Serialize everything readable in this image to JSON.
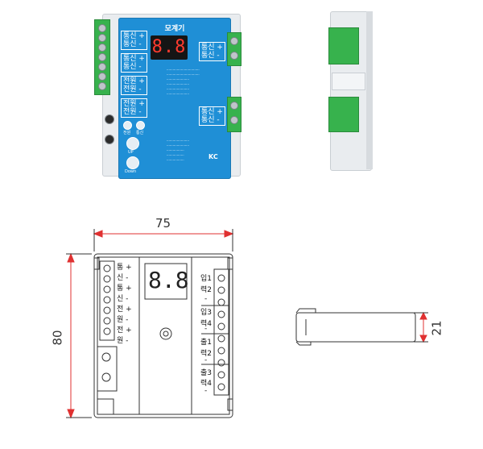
{
  "photo_front": {
    "panel_title": "모계기",
    "display_value": "8.8",
    "left_labels": [
      "통신 +",
      "통신 -",
      "통신 +",
      "통신 -",
      "전원 +",
      "전원 -",
      "전원 +",
      "전원 -"
    ],
    "right_top_labels": [
      "통신 +",
      "통신 -"
    ],
    "right_bottom_labels": [
      "통신 +",
      "통신 -"
    ],
    "button_captions": [
      "전원",
      "통신",
      "UP",
      "Down"
    ],
    "cert_mark": "KC"
  },
  "drawing_front": {
    "width_dim": "75",
    "height_dim": "80",
    "display_value": "8.8",
    "left_terminals": [
      "통 +",
      "신 -",
      "통 +",
      "신 -",
      "전 +",
      "원 -",
      "전 +",
      "원 -"
    ],
    "right_groups": [
      [
        "입1",
        "력2",
        "-"
      ],
      [
        "입3",
        "력4",
        "-"
      ],
      [
        "출1",
        "력2",
        "-"
      ],
      [
        "출3",
        "력4",
        "-"
      ]
    ]
  },
  "drawing_side": {
    "depth_dim": "21"
  },
  "colors": {
    "panel_blue": "#1f8fd6",
    "terminal_green": "#37b24d",
    "dimension_red": "#e03131",
    "housing_grey": "#e9ecef"
  }
}
